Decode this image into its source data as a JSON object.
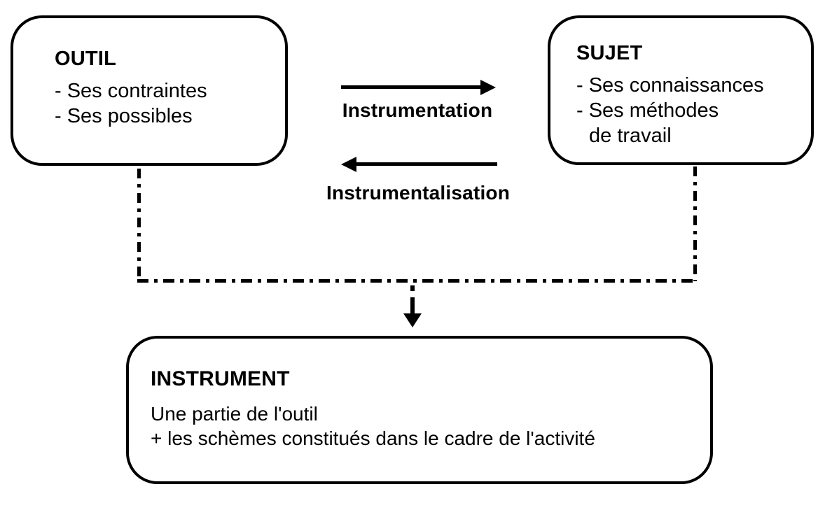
{
  "colors": {
    "background": "#ffffff",
    "ink": "#000000"
  },
  "boxes": {
    "outil": {
      "title": "OUTIL",
      "items": [
        "- Ses contraintes",
        "- Ses possibles"
      ]
    },
    "sujet": {
      "title": "SUJET",
      "items": [
        "- Ses connaissances",
        "- Ses méthodes",
        "de travail"
      ]
    },
    "instrument": {
      "title": "INSTRUMENT",
      "items": [
        "Une partie de l'outil",
        "+ les schèmes constitués dans le cadre de l'activité"
      ]
    }
  },
  "arrows": {
    "instrumentation": {
      "label": "Instrumentation",
      "direction": "left-to-right"
    },
    "instrumentalisation": {
      "label": "Instrumentalisation",
      "direction": "right-to-left"
    },
    "combination": {
      "style": "dash-dot",
      "direction": "down"
    }
  }
}
